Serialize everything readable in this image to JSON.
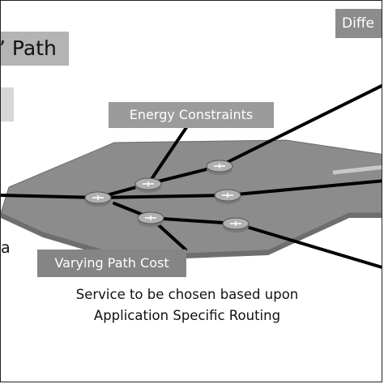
{
  "labels": {
    "path": "’ Path",
    "different": "Diffe",
    "energy": "Energy Constraints",
    "varying": "Varying Path Cost",
    "left_fragment": "a"
  },
  "caption": {
    "line1": "Service to be chosen based upon",
    "line2": "Application Specific Routing"
  },
  "colors": {
    "plane": "#8a8a8a",
    "label_box": "#9b9b9b",
    "link": "#000000",
    "router": "#a9a9a9"
  },
  "icons": [
    "router-icon"
  ]
}
